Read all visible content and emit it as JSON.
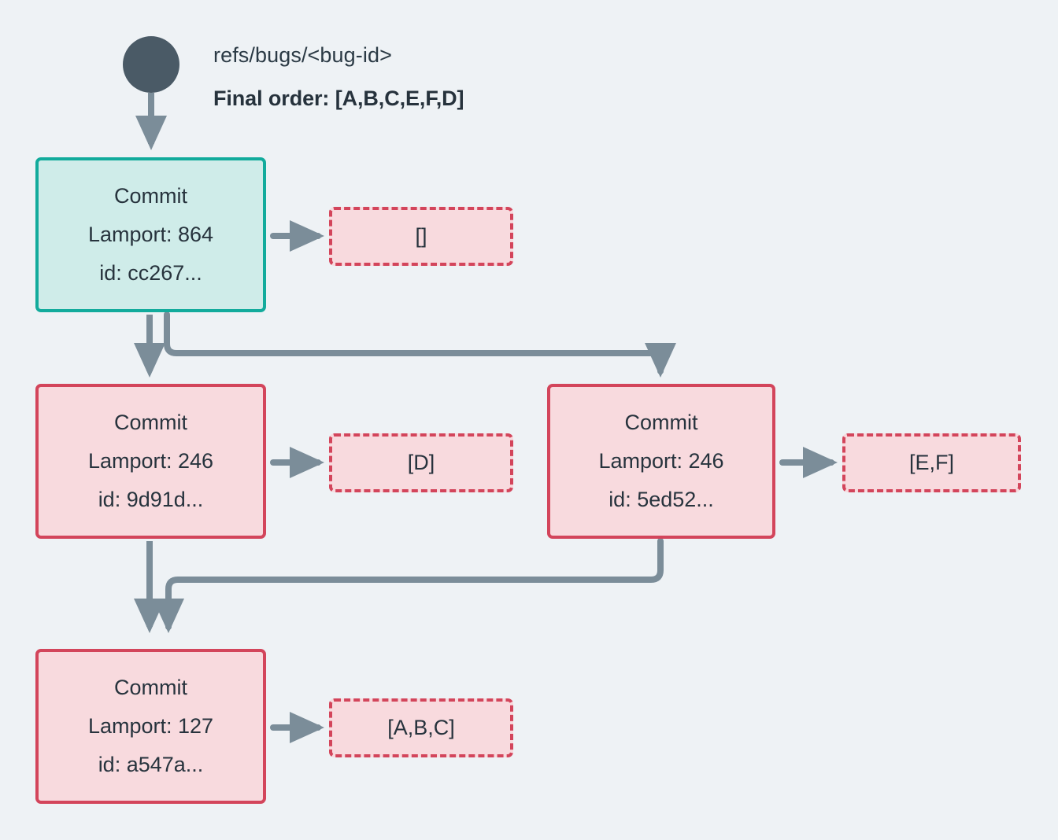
{
  "diagram": {
    "background_color": "#eef2f5",
    "edge_color": "#7b8d99",
    "root": {
      "icon": "root-node-circle",
      "color": "#4a5a66"
    },
    "header": {
      "ref": "refs/bugs/<bug-id>",
      "final_order": "Final order: [A,B,C,E,F,D]"
    },
    "commits": [
      {
        "id": "cc267",
        "title": "Commit",
        "lamport": "Lamport: 864",
        "id_line": "id: cc267...",
        "style": "teal",
        "border_color": "#12ab9c",
        "fill_color": "#cfece9"
      },
      {
        "id": "9d91d",
        "title": "Commit",
        "lamport": "Lamport: 246",
        "id_line": "id: 9d91d...",
        "style": "red",
        "border_color": "#d3455b",
        "fill_color": "#f8dade"
      },
      {
        "id": "5ed52",
        "title": "Commit",
        "lamport": "Lamport: 246",
        "id_line": "id: 5ed52...",
        "style": "red",
        "border_color": "#d3455b",
        "fill_color": "#f8dade"
      },
      {
        "id": "a547a",
        "title": "Commit",
        "lamport": "Lamport: 127",
        "id_line": "id: a547a...",
        "style": "red",
        "border_color": "#d3455b",
        "fill_color": "#f8dade"
      }
    ],
    "operations": [
      {
        "for_commit": "cc267",
        "label": "[]"
      },
      {
        "for_commit": "9d91d",
        "label": "[D]"
      },
      {
        "for_commit": "5ed52",
        "label": "[E,F]"
      },
      {
        "for_commit": "a547a",
        "label": "[A,B,C]"
      }
    ]
  }
}
